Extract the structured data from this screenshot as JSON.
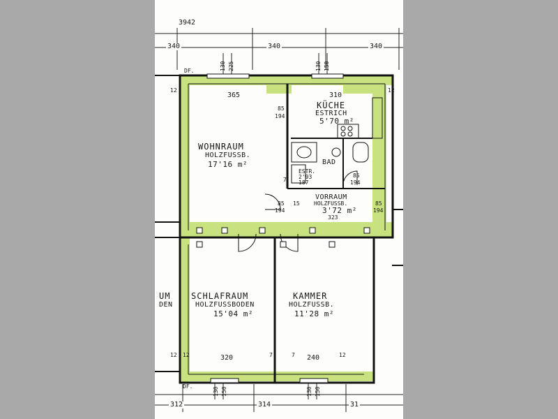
{
  "colors": {
    "wall": "#111111",
    "green": "#c7e27e",
    "paper": "#fdfdfb",
    "margin": "#a9a9a9"
  },
  "dimensions": {
    "top_total": "3942",
    "top_1": "340",
    "top_2": "340",
    "top_3": "340",
    "win1_a": "130",
    "win1_b": "225",
    "win2_a": "130",
    "win2_b": "150",
    "bottom_1": "312",
    "bottom_2": "314",
    "bottom_3": "31",
    "win3_a": "130",
    "win3_b": "150",
    "win4_a": "130",
    "win4_b": "150",
    "wohn_width": "365",
    "kueche_width": "310",
    "schlaf_width": "320",
    "kammer_width": "240",
    "vorraum_width": "323",
    "door1_a": "85",
    "door1_b": "194",
    "door2_a": "85",
    "door2_b": "194",
    "door3_a": "85",
    "door3_b": "194",
    "door4_a": "85",
    "door4_b": "194",
    "side_12a": "12",
    "side_12b": "12",
    "side_12c": "12",
    "side_12d": "12",
    "side_12e": "12",
    "side_7a": "7",
    "side_7b": "7",
    "side_7c": "7",
    "side_15": "15",
    "df_top": "DF.",
    "df_bottom": "DF."
  },
  "rooms": {
    "wohnraum": {
      "name": "WOHNRAUM",
      "floor": "HOLZFUSSB.",
      "area": "17'16 m²"
    },
    "kueche": {
      "name": "KÜCHE",
      "floor": "ESTRICH",
      "area": "5'70 m²"
    },
    "bad": {
      "name": "BAD",
      "floor": "ESTR.",
      "area": "2'93",
      "note": "187"
    },
    "vorraum": {
      "name": "VORRAUM",
      "floor": "HOLZFUSSB.",
      "area": "3'72 m²"
    },
    "schlafraum": {
      "name": "SCHLAFRAUM",
      "floor": "HOLZFUSSBODEN",
      "area": "15'04 m²"
    },
    "kammer": {
      "name": "KAMMER",
      "floor": "HOLZFUSSB.",
      "area": "11'28 m²"
    },
    "neighbor": {
      "name": "UM",
      "floor": "DEN"
    }
  }
}
